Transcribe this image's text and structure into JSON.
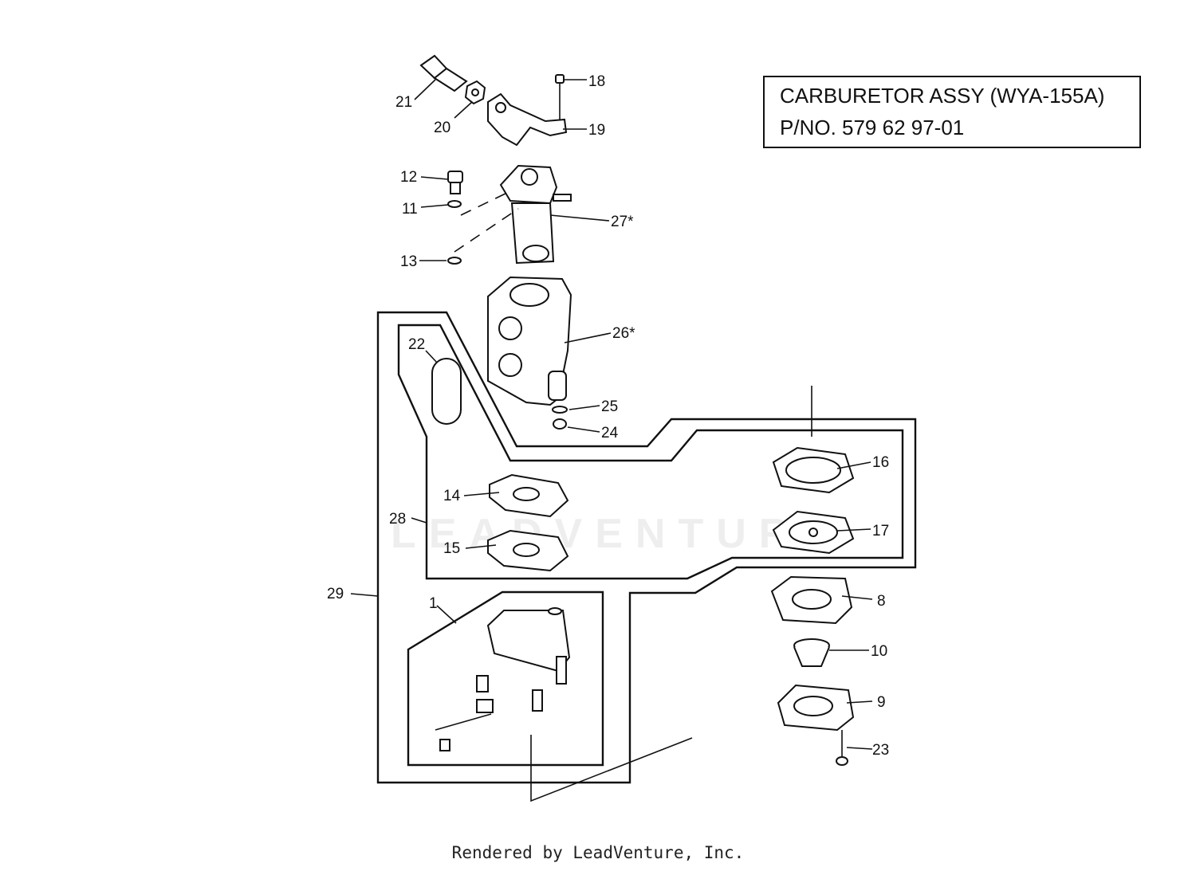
{
  "title": {
    "line1": "CARBURETOR ASSY (WYA-155A)",
    "line2": "P/NO. 579 62 97-01"
  },
  "footer": "Rendered by LeadVenture, Inc.",
  "watermark": "LEADVENTURE",
  "callouts": [
    "21",
    "20",
    "18",
    "19",
    "12",
    "11",
    "27*",
    "13",
    "26*",
    "22",
    "25",
    "24",
    "16",
    "17",
    "14",
    "28",
    "15",
    "29",
    "1",
    "8",
    "10",
    "9",
    "23"
  ]
}
